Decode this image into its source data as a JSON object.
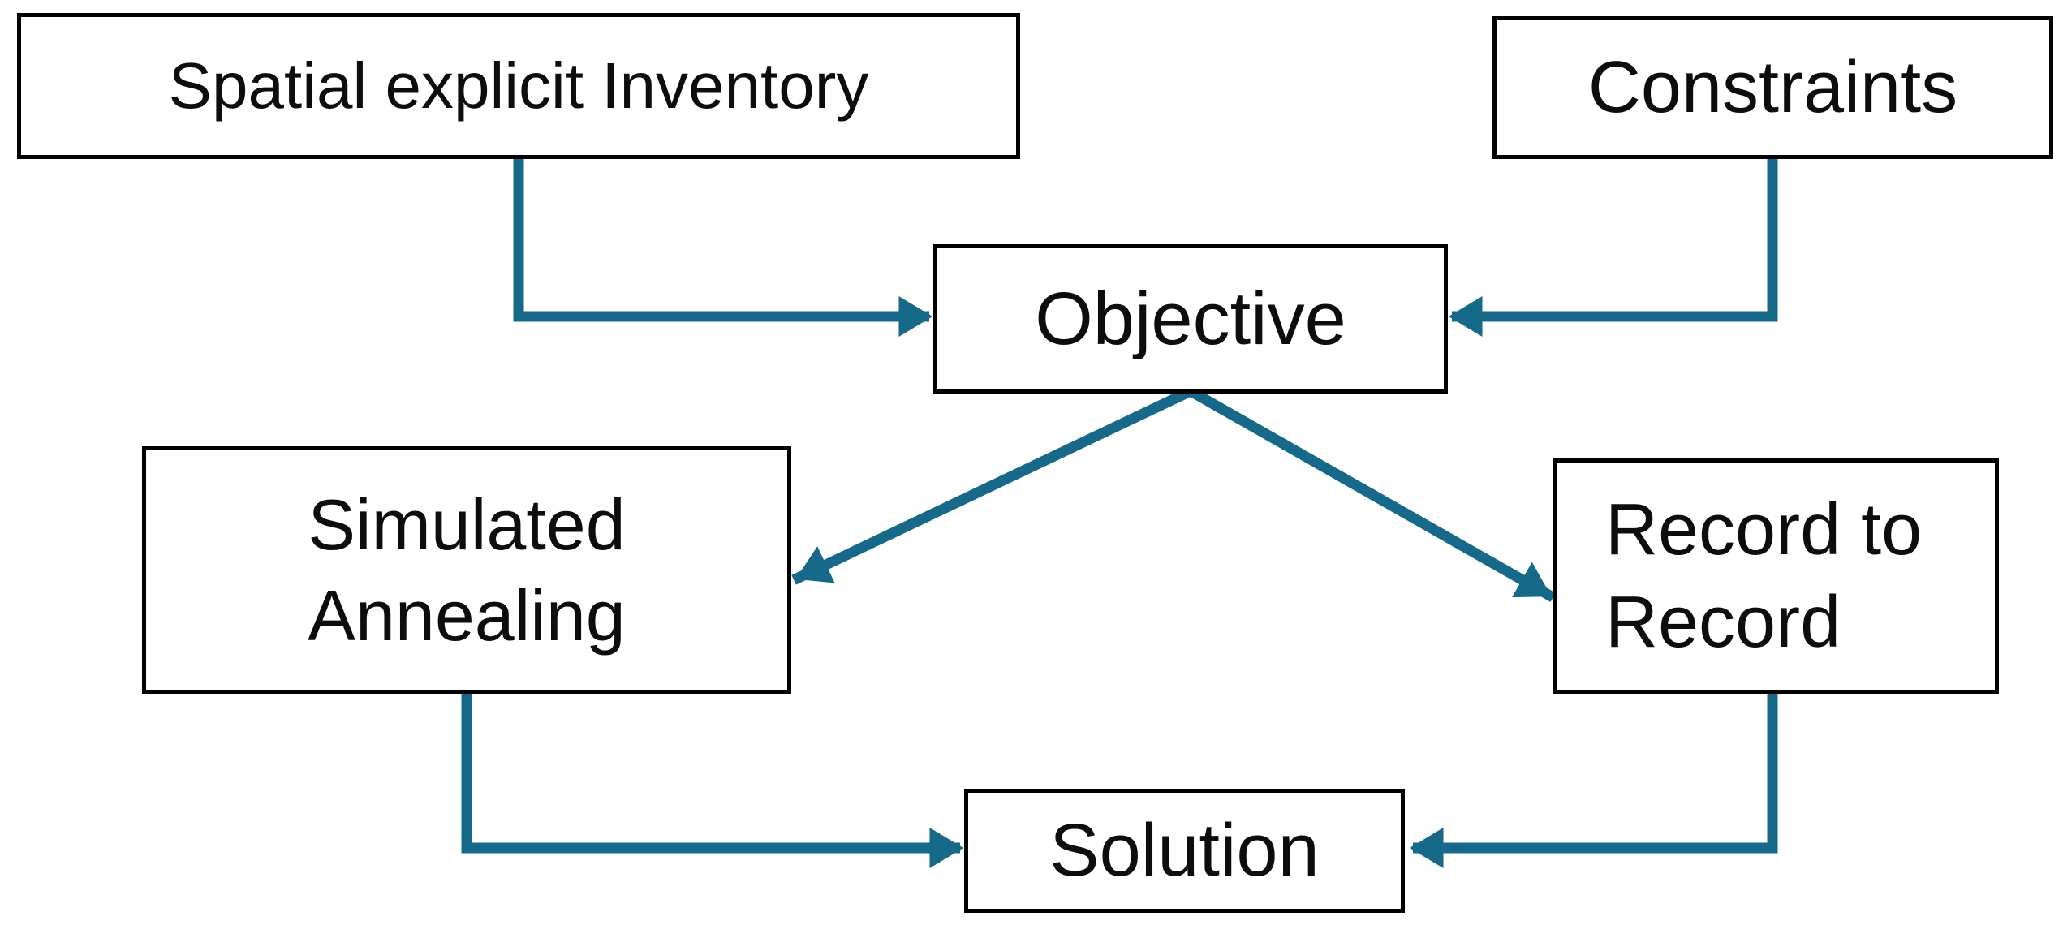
{
  "colors": {
    "background": "#ffffff",
    "box_fill": "#ffffff",
    "box_border": "#000000",
    "text": "#0d0d0d",
    "arrow": "#17698a"
  },
  "nodes": {
    "spatial_inventory": {
      "label": "Spatial explicit Inventory"
    },
    "constraints": {
      "label": "Constraints"
    },
    "objective": {
      "label": "Objective"
    },
    "simulated_annealing": {
      "label": "Simulated\nAnnealing"
    },
    "record_to_record": {
      "label": "Record to\nRecord"
    },
    "solution": {
      "label": "Solution"
    }
  },
  "edges": [
    {
      "from": "spatial_inventory",
      "to": "objective"
    },
    {
      "from": "constraints",
      "to": "objective"
    },
    {
      "from": "objective",
      "to": "simulated_annealing"
    },
    {
      "from": "objective",
      "to": "record_to_record"
    },
    {
      "from": "simulated_annealing",
      "to": "solution"
    },
    {
      "from": "record_to_record",
      "to": "solution"
    }
  ]
}
